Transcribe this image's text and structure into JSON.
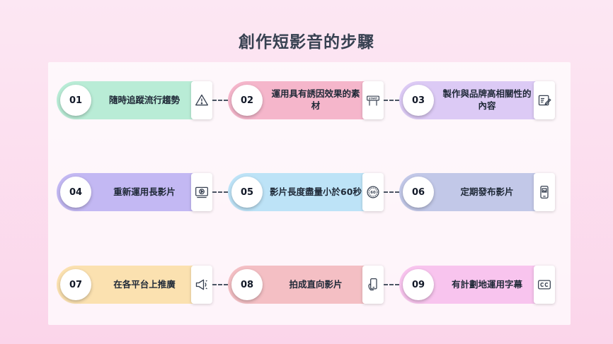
{
  "title": "創作短影音的步驟",
  "steps": [
    {
      "num": "01",
      "label": "隨時追蹤流行趨勢",
      "icon": "warning-icon",
      "color": "#b9ecd6"
    },
    {
      "num": "02",
      "label": "運用具有誘因效果的素材",
      "icon": "start-sign-icon",
      "color": "#f5b6cb"
    },
    {
      "num": "03",
      "label": "製作與品牌高相關性的內容",
      "icon": "document-edit-icon",
      "color": "#dccaf5"
    },
    {
      "num": "04",
      "label": "重新運用長影片",
      "icon": "video-play-icon",
      "color": "#c3b8f3"
    },
    {
      "num": "05",
      "label": "影片長度盡量小於60秒",
      "icon": "sixty-seconds-icon",
      "color": "#bde3f7"
    },
    {
      "num": "06",
      "label": "定期發布影片",
      "icon": "mobile-image-icon",
      "color": "#c2c8e8"
    },
    {
      "num": "07",
      "label": "在各平台上推廣",
      "icon": "megaphone-icon",
      "color": "#fbe1b0"
    },
    {
      "num": "08",
      "label": "拍成直向影片",
      "icon": "phone-hand-icon",
      "color": "#f4bfc4"
    },
    {
      "num": "09",
      "label": "有計劃地運用字幕",
      "icon": "closed-caption-icon",
      "color": "#f8c4ee"
    }
  ],
  "start_sign_text": "START",
  "sixty_text": "60"
}
